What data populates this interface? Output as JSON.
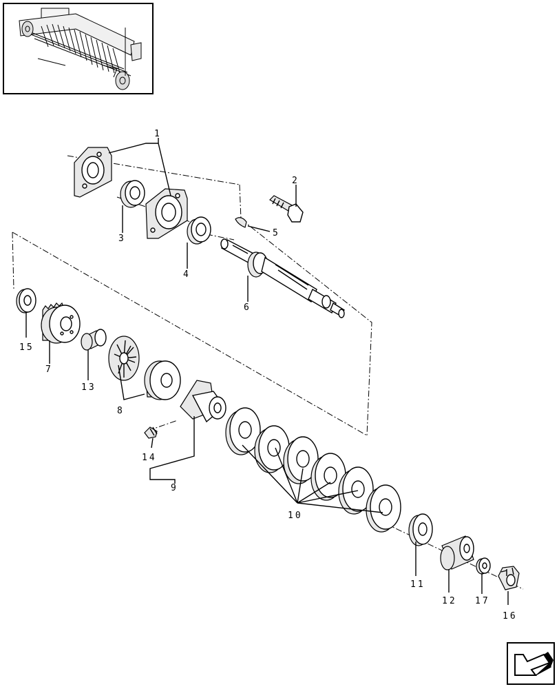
{
  "callouts": [
    "1",
    "2",
    "3",
    "4",
    "5",
    "6",
    "7",
    "8",
    "9",
    "10",
    "11",
    "12",
    "13",
    "14",
    "15",
    "16",
    "17"
  ],
  "thumbnail": {
    "icon": "baler-pickup-thumbnail"
  },
  "nav": {
    "icon": "next-page-arrow-icon"
  }
}
